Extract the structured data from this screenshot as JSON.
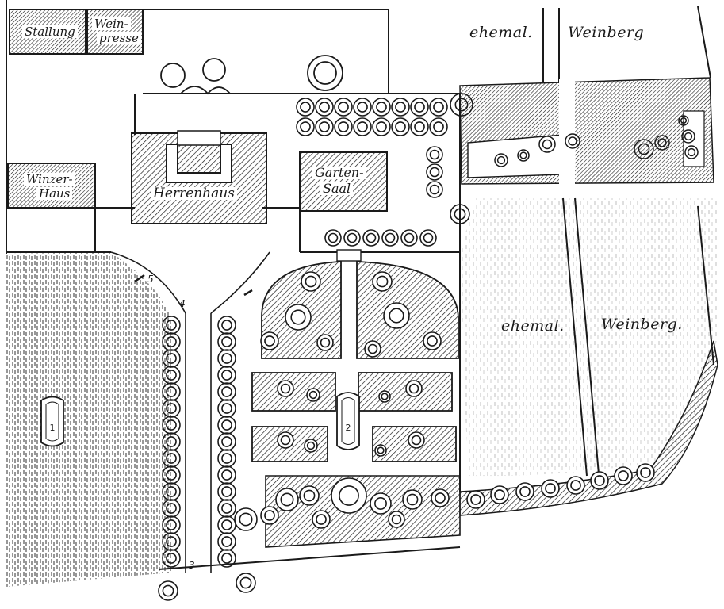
{
  "plan": {
    "buildings": {
      "stallung": "Stallung",
      "weinpresse_1": "Wein-",
      "weinpresse_2": "presse",
      "winzerhaus_1": "Winzer-",
      "winzerhaus_2": "Haus",
      "herrenhaus": "Herrenhaus",
      "gartensaal_1": "Garten-",
      "gartensaal_2": "Saal"
    },
    "fields": {
      "top_1": "ehemal.",
      "top_2": "Weinberg",
      "right_1": "ehemal.",
      "right_2": "Weinberg."
    },
    "markers": {
      "m1": "1",
      "m2": "2",
      "m3": "3",
      "m4": "4",
      "m5": "5"
    }
  },
  "colors": {
    "ink": "#1a1a1a",
    "paper": "#ffffff"
  }
}
